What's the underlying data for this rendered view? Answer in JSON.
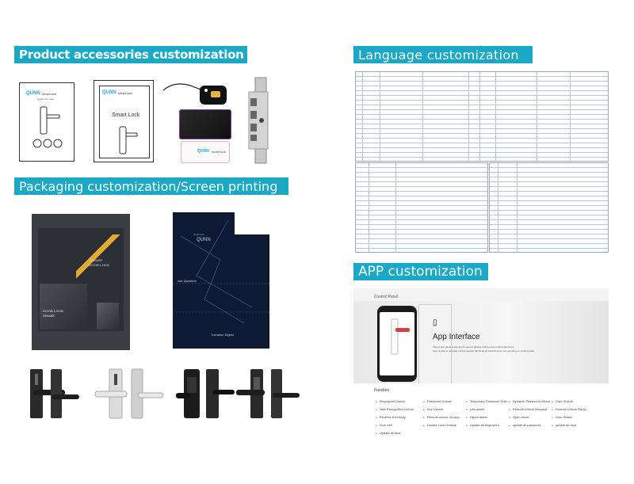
{
  "banners": {
    "accessories": "Product accessories customization",
    "packaging": "Packaging customization/Screen printing",
    "language": "Language customization",
    "app": "APP customization"
  },
  "accessories": {
    "manual_brand": "QUNN",
    "manual_subtitle": "smart lock",
    "manual_caption": "Quick Use User",
    "box_brand": "QUNN",
    "box_subtitle": "smart lock",
    "box_title": "Smart Lock",
    "card_white_brand": "QUNN",
    "card_white_subtitle": "smart lock"
  },
  "packaging": {
    "left_box_title_1": "SMART",
    "left_box_title_2": "DOOR LOCK",
    "left_front_title_1": "DOOR LOCK",
    "left_front_title_2": "SMART",
    "right_brand": "QUNN",
    "right_subtitle": "smart lock",
    "right_model": "Tuchaton Digital",
    "right_label": "Ask Question"
  },
  "app": {
    "panel_label": "Control Panel",
    "heading": "App Interface",
    "description_1": "The control panel of the app is used to display and execute product functions",
    "description_2": "User is able to remotely control specific functions of smart devices via operating on control panel",
    "function_label": "Function",
    "functions": [
      "Fingerprint Unlock",
      "Password Unlock",
      "Temporary Password Unlo...",
      "Dynamic Password Unlock",
      "Card Unlock",
      "New Recognition Unlock",
      "Key Unlock",
      "Low alarm",
      "Remote Unlock Request",
      "Remote Unlock Reply",
      "Reverse Electricity",
      "Remote unlock via App",
      "Hijack Alarm",
      "Open mode",
      "Door Status",
      "Door bell",
      "Double Lock Outside",
      "Update all fingerprint",
      "update all password",
      "update all card",
      "Update all face"
    ]
  },
  "colors": {
    "banner": "#1aa8c4",
    "dark_box": "#3a3d42",
    "navy_box": "#0e1a33",
    "accent_gold": "#e3a935"
  }
}
